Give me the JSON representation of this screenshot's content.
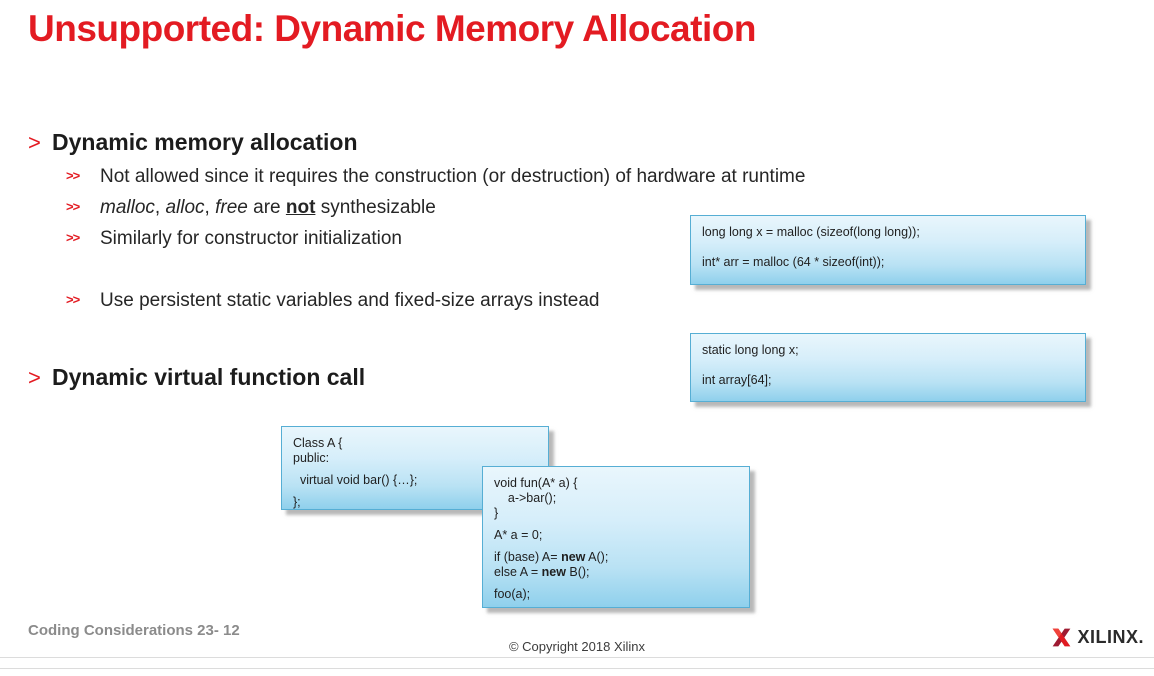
{
  "title": "Unsupported: Dynamic Memory Allocation",
  "bullets": [
    {
      "level": 1,
      "marker": ">",
      "segments": [
        {
          "t": "Dynamic memory allocation"
        }
      ]
    },
    {
      "level": 2,
      "marker": ">>",
      "segments": [
        {
          "t": "Not allowed since it requires the construction (or destruction) of hardware at runtime"
        }
      ]
    },
    {
      "level": 2,
      "marker": ">>",
      "segments": [
        {
          "t": "malloc",
          "i": true
        },
        {
          "t": ", "
        },
        {
          "t": "alloc",
          "i": true
        },
        {
          "t": ", "
        },
        {
          "t": "free",
          "i": true
        },
        {
          "t": " are "
        },
        {
          "t": "not",
          "b": true,
          "u": true
        },
        {
          "t": " synthesizable"
        }
      ]
    },
    {
      "level": 2,
      "marker": ">>",
      "segments": [
        {
          "t": "Similarly for constructor initialization"
        }
      ]
    },
    {
      "level": 2,
      "marker": ">>",
      "segments": [
        {
          "t": "Use persistent static variables and fixed-size arrays instead"
        }
      ]
    },
    {
      "level": 1,
      "marker": ">",
      "segments": [
        {
          "t": "Dynamic virtual function call"
        }
      ]
    }
  ],
  "code_boxes": [
    {
      "name": "malloc-example",
      "blank_size": "l",
      "lines": [
        [
          {
            "t": "long long x = malloc (sizeof(long long));"
          }
        ],
        [],
        [
          {
            "t": "int* arr = malloc (64 * sizeof(int));"
          }
        ]
      ]
    },
    {
      "name": "static-example",
      "blank_size": "l",
      "lines": [
        [
          {
            "t": "static long long x;"
          }
        ],
        [],
        [
          {
            "t": "int array[64];"
          }
        ]
      ]
    },
    {
      "name": "class-a-example",
      "blank_size": "s",
      "lines": [
        [
          {
            "t": "Class A {"
          }
        ],
        [
          {
            "t": "public:"
          }
        ],
        [],
        [
          {
            "t": "  virtual void bar() {…};"
          }
        ],
        [],
        [
          {
            "t": "};"
          }
        ]
      ]
    },
    {
      "name": "virtual-call-example",
      "blank_size": "s",
      "lines": [
        [
          {
            "t": "void fun(A* a) {"
          }
        ],
        [
          {
            "t": "    a->bar();"
          }
        ],
        [
          {
            "t": "}"
          }
        ],
        [],
        [
          {
            "t": "A* a = 0;"
          }
        ],
        [],
        [
          {
            "t": "if (base) A= "
          },
          {
            "t": "new",
            "b": true
          },
          {
            "t": " A();"
          }
        ],
        [
          {
            "t": "else A = "
          },
          {
            "t": "new",
            "b": true
          },
          {
            "t": " B();"
          }
        ],
        [],
        [
          {
            "t": "foo(a);"
          }
        ]
      ]
    }
  ],
  "footer": {
    "page_label": "Coding Considerations 23- 12",
    "copyright": "© Copyright 2018 Xilinx",
    "brand": "XILINX."
  },
  "colors": {
    "accent_red": "#e31b22",
    "box_border": "#56aed4",
    "box_fill_top": "#e9f6fc",
    "box_fill_bottom": "#8fd0ec",
    "logo_red": "#e01a22",
    "logo_maroon": "#9e1b32"
  }
}
